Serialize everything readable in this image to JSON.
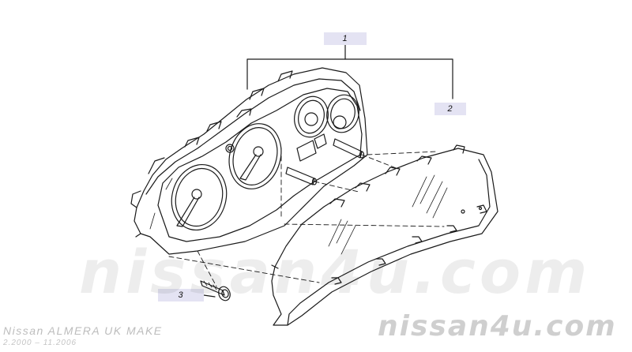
{
  "callouts": {
    "c1": "1",
    "c2": "2",
    "c3": "3"
  },
  "watermark": {
    "center": "nissan4u.com",
    "brand": "nissan4u.com"
  },
  "model": {
    "title": "Nissan ALMERA UK MAKE",
    "dates": "2.2000 – 11.2006"
  },
  "colors": {
    "line": "#1a1a1a",
    "callout_bg": "#e4e3f3",
    "watermark": "#cfcfcf"
  }
}
